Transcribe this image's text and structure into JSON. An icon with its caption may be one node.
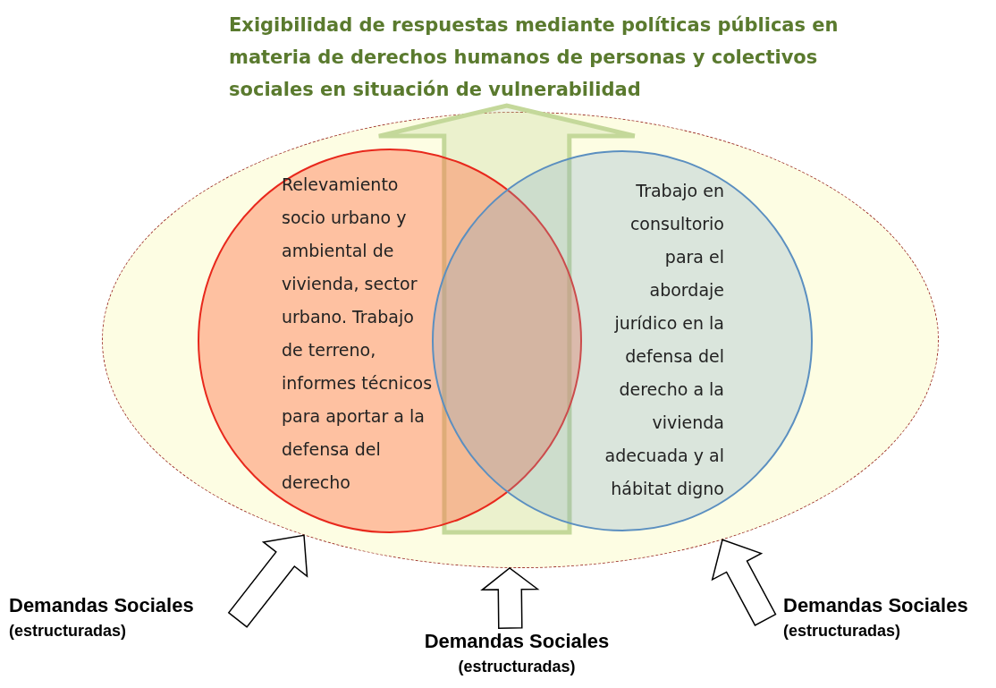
{
  "diagram": {
    "nodes": [
      {
        "text": [],
        "shape": "ellipse"
      },
      {
        "text": [
          "Relevamiento socio urbano y ambiental de vivienda, sector urbano. Trabajo de terreno, informes técnicos para aportar a la defensa del derecho"
        ],
        "in": 0
      },
      {
        "text": [
          "Trabajo en consultorio para el abordaje jurídico en la defensa del derecho a la vivienda adecuada y al hábitat digno"
        ],
        "in": 0
      },
      {
        "text": [
          "Demandas Sociales",
          "(estructuradas)"
        ]
      },
      {
        "text": [
          "Demandas Sociales",
          "(estructuradas)"
        ]
      },
      {
        "text": [
          "Demandas Sociales",
          "(estructuradas)"
        ]
      },
      {
        "text": [
          "Exigibilidad de respuestas mediante políticas públicas en materia de derechos humanos de personas y colectivos sociales en situación de vulnerabilidad"
        ]
      }
    ],
    "edges": [
      {
        "from": null,
        "to": 6,
        "arrow": "to",
        "style": "thick",
        "color": "#c4d89a"
      },
      {
        "from": 3,
        "to": 0,
        "arrow": "to",
        "style": "thick"
      },
      {
        "from": 4,
        "to": 0,
        "arrow": "to",
        "style": "thick"
      },
      {
        "from": 5,
        "to": 0,
        "arrow": "to",
        "style": "thick"
      }
    ]
  }
}
